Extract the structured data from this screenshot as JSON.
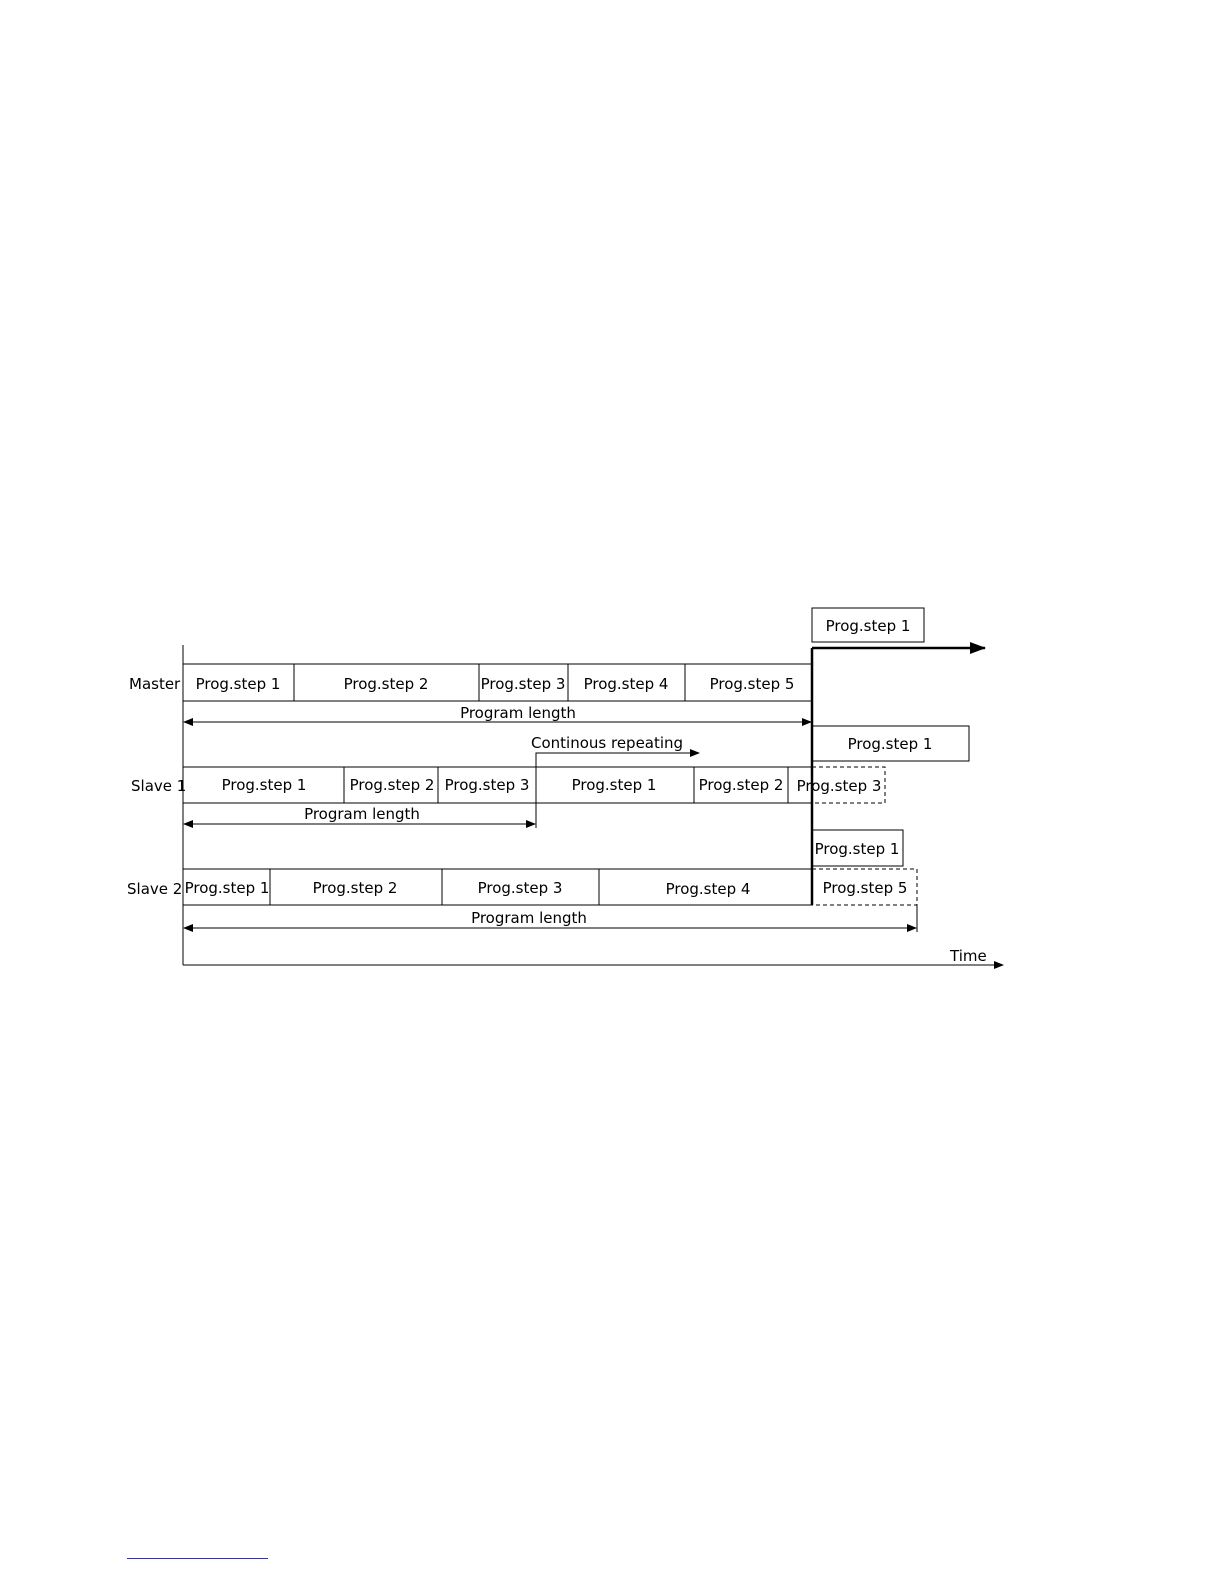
{
  "rows": [
    {
      "label": "Master",
      "steps": [
        "Prog.step 1",
        "Prog.step 2",
        "Prog.step 3",
        "Prog.step 4",
        "Prog.step 5"
      ]
    },
    {
      "label": "Slave 1",
      "steps": [
        "Prog.step 1",
        "Prog.step 2",
        "Prog.step 3",
        "Prog.step 1",
        "Prog.step 2",
        "Prog.step 3"
      ]
    },
    {
      "label": "Slave 2",
      "steps": [
        "Prog.step 1",
        "Prog.step 2",
        "Prog.step 3",
        "Prog.step 4",
        "Prog.step 5"
      ]
    }
  ],
  "restart_boxes": {
    "master": "Prog.step 1",
    "slave1": "Prog.step 1",
    "slave2": "Prog.step 1"
  },
  "annotations": {
    "program_length": "Program length",
    "continous_repeating": "Continous repeating",
    "time_axis": "Time"
  }
}
